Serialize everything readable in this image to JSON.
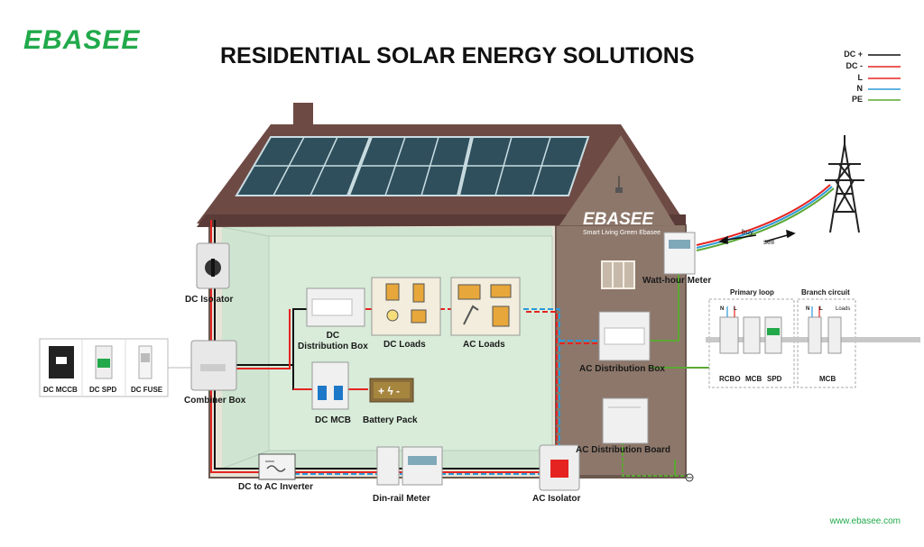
{
  "brand": {
    "logo_text": "EBASEE",
    "tagline": "Smart Living Green Ebasee",
    "website": "www.ebasee.com"
  },
  "title": "RESIDENTIAL SOLAR ENERGY SOLUTIONS",
  "legend": [
    {
      "label": "DC +",
      "color": "#111111"
    },
    {
      "label": "DC -",
      "color": "#e52421"
    },
    {
      "label": "L",
      "color": "#e52421"
    },
    {
      "label": "N",
      "color": "#2c9ad8"
    },
    {
      "label": "PE",
      "color": "#5aa832"
    }
  ],
  "components": {
    "dc_isolator": "DC Isolator",
    "combiner_box": "Combiner Box",
    "dc_distribution_box": "DC\nDistribution Box",
    "dc_loads": "DC Loads",
    "ac_loads": "AC Loads",
    "dc_mcb": "DC MCB",
    "battery_pack": "Battery Pack",
    "dc_to_ac_inverter": "DC to AC Inverter",
    "din_rail_meter": "Din-rail Meter",
    "ac_isolator": "AC Isolator",
    "watt_hour_meter": "Watt-hour Meter",
    "ac_distribution_box": "AC Distribution Box",
    "ac_distribution_board": "AC Distribution Board"
  },
  "protection_devices": [
    "DC MCCB",
    "DC SPD",
    "DC FUSE"
  ],
  "grid_flow": {
    "buy": "buy",
    "sell": "sell"
  },
  "circuits": {
    "primary_loop": {
      "title": "Primary loop",
      "devices": [
        "RCBO",
        "MCB",
        "SPD"
      ],
      "terminals": [
        "N",
        "L"
      ]
    },
    "branch_circuit": {
      "title": "Branch circuit",
      "devices": [
        "MCB"
      ],
      "terminals": [
        "N",
        "L"
      ],
      "loads": "Loads"
    }
  },
  "colors": {
    "brand": "#21a94a",
    "roof": "#6e4a45",
    "house_wall": "#8d776a",
    "interior": "#cfe5d1"
  }
}
